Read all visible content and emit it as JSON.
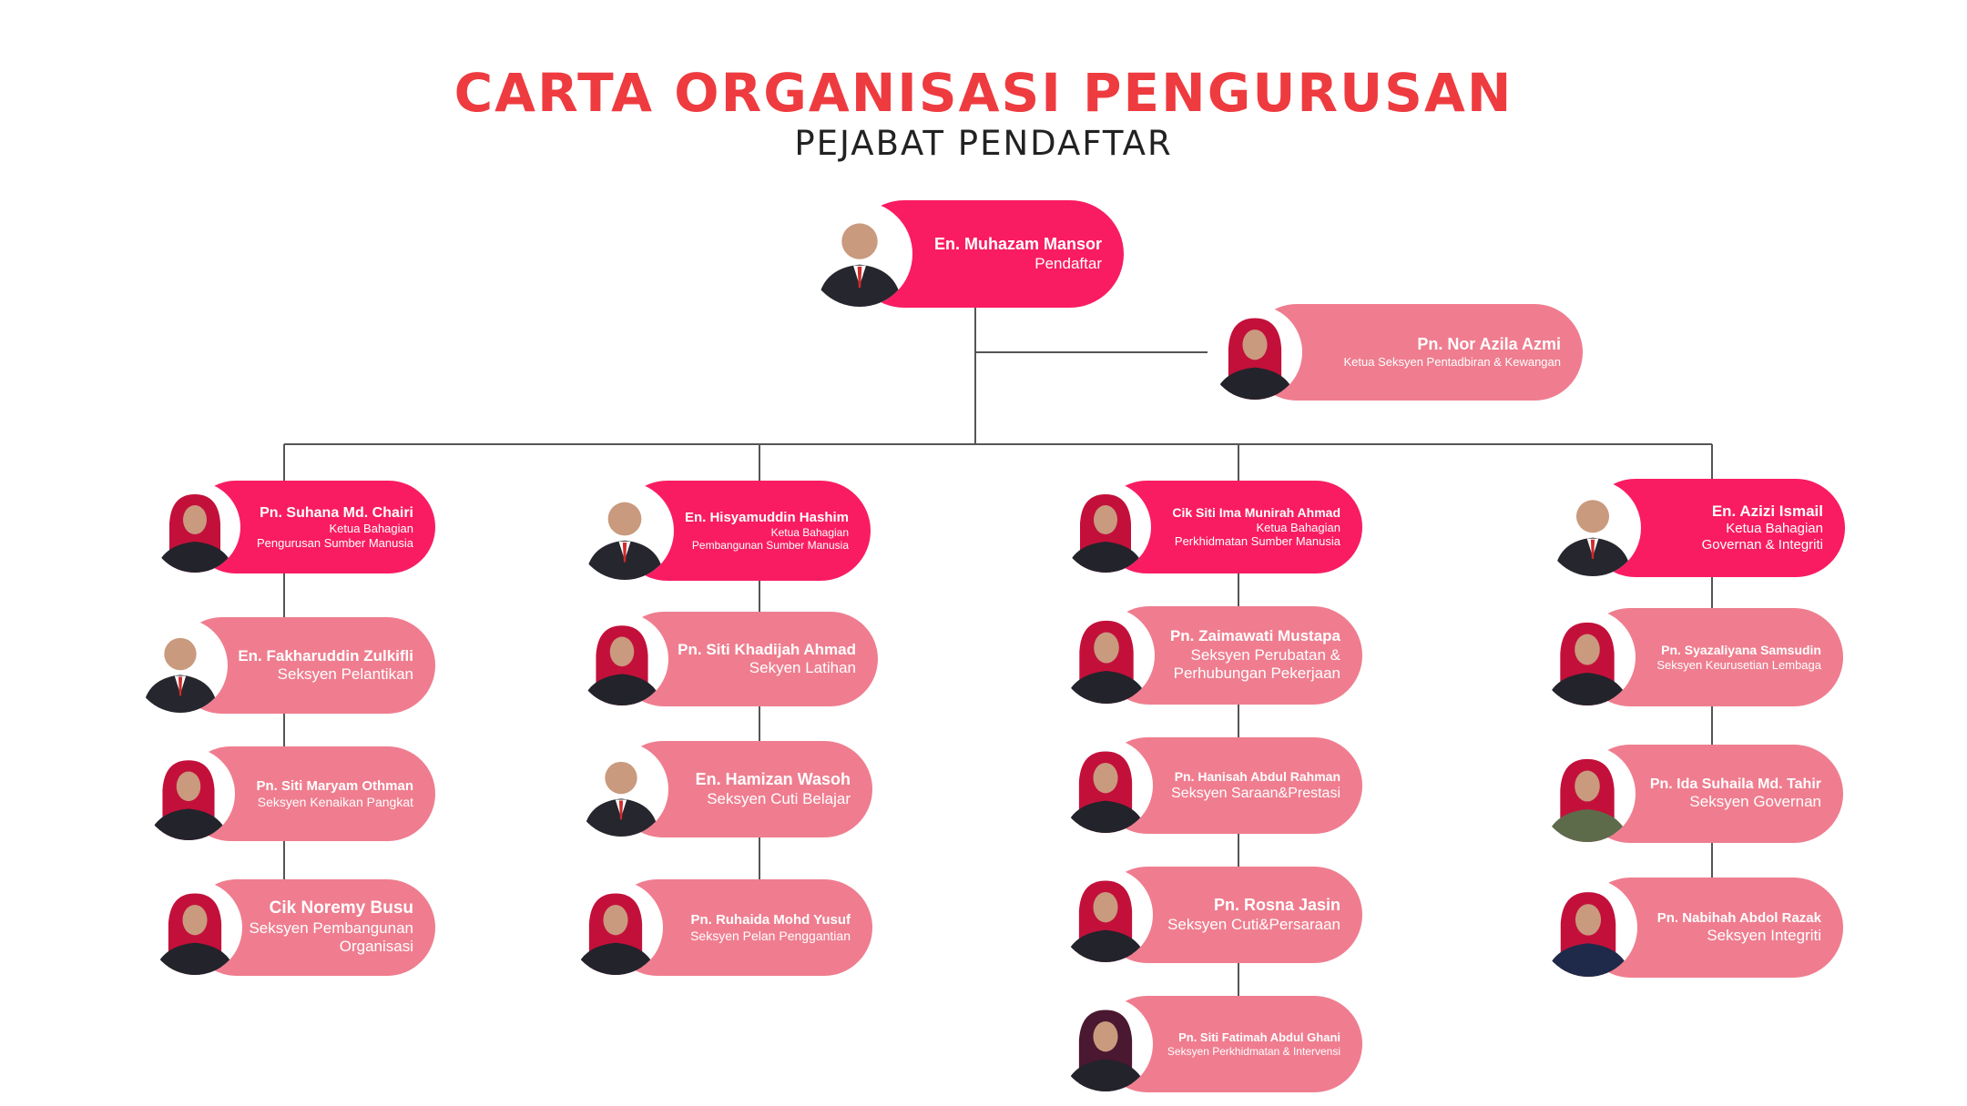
{
  "header": {
    "title": "CARTA ORGANISASI PENGURUSAN",
    "subtitle": "PEJABAT PENDAFTAR"
  },
  "colors": {
    "title_red": "#ee3b3f",
    "pill_dark": "#f91c62",
    "pill_light": "#ef7d8f",
    "connector": "#555555"
  },
  "people": {
    "p0": {
      "name": "En. Muhazam Mansor",
      "role": [
        "Pendaftar"
      ]
    },
    "p1": {
      "name": "Pn. Nor Azila Azmi",
      "role": [
        "Ketua Seksyen Pentadbiran & Kewangan"
      ]
    },
    "p2": {
      "name": "Pn. Suhana Md. Chairi",
      "role": [
        "Ketua Bahagian",
        "Pengurusan Sumber Manusia"
      ]
    },
    "p3": {
      "name": "En. Hisyamuddin Hashim",
      "role": [
        "Ketua Bahagian",
        "Pembangunan Sumber Manusia"
      ]
    },
    "p4": {
      "name": "Cik Siti Ima Munirah Ahmad",
      "role": [
        "Ketua Bahagian",
        "Perkhidmatan Sumber Manusia"
      ]
    },
    "p5": {
      "name": "En. Azizi Ismail",
      "role": [
        "Ketua Bahagian",
        "Governan & Integriti"
      ]
    },
    "p6": {
      "name": "En. Fakharuddin Zulkifli",
      "role": [
        "Seksyen Pelantikan"
      ]
    },
    "p7": {
      "name": "Pn. Siti Maryam Othman",
      "role": [
        "Seksyen Kenaikan Pangkat"
      ]
    },
    "p8": {
      "name": "Cik Noremy Busu",
      "role": [
        "Seksyen Pembangunan",
        "Organisasi"
      ]
    },
    "p9": {
      "name": "Pn. Siti Khadijah Ahmad",
      "role": [
        "Sekyen Latihan"
      ]
    },
    "p10": {
      "name": "En. Hamizan Wasoh",
      "role": [
        "Seksyen Cuti Belajar"
      ]
    },
    "p11": {
      "name": "Pn. Ruhaida Mohd Yusuf",
      "role": [
        "Seksyen Pelan Penggantian"
      ]
    },
    "p12": {
      "name": "Pn. Zaimawati Mustapa",
      "role": [
        "Seksyen Perubatan &",
        "Perhubungan Pekerjaan"
      ]
    },
    "p13": {
      "name": "Pn. Hanisah Abdul Rahman",
      "role": [
        "Seksyen Saraan&Prestasi"
      ]
    },
    "p14": {
      "name": "Pn. Rosna Jasin",
      "role": [
        "Seksyen Cuti&Persaraan"
      ]
    },
    "p15": {
      "name": "Pn. Siti Fatimah Abdul Ghani",
      "role": [
        "Seksyen Perkhidmatan & Intervensi"
      ]
    },
    "p16": {
      "name": "Pn. Syazaliyana Samsudin",
      "role": [
        "Seksyen Keurusetian Lembaga"
      ]
    },
    "p17": {
      "name": "Pn. Ida Suhaila Md. Tahir",
      "role": [
        "Seksyen Governan"
      ]
    },
    "p18": {
      "name": "Pn. Nabihah Abdol Razak",
      "role": [
        "Seksyen Integriti"
      ]
    }
  }
}
